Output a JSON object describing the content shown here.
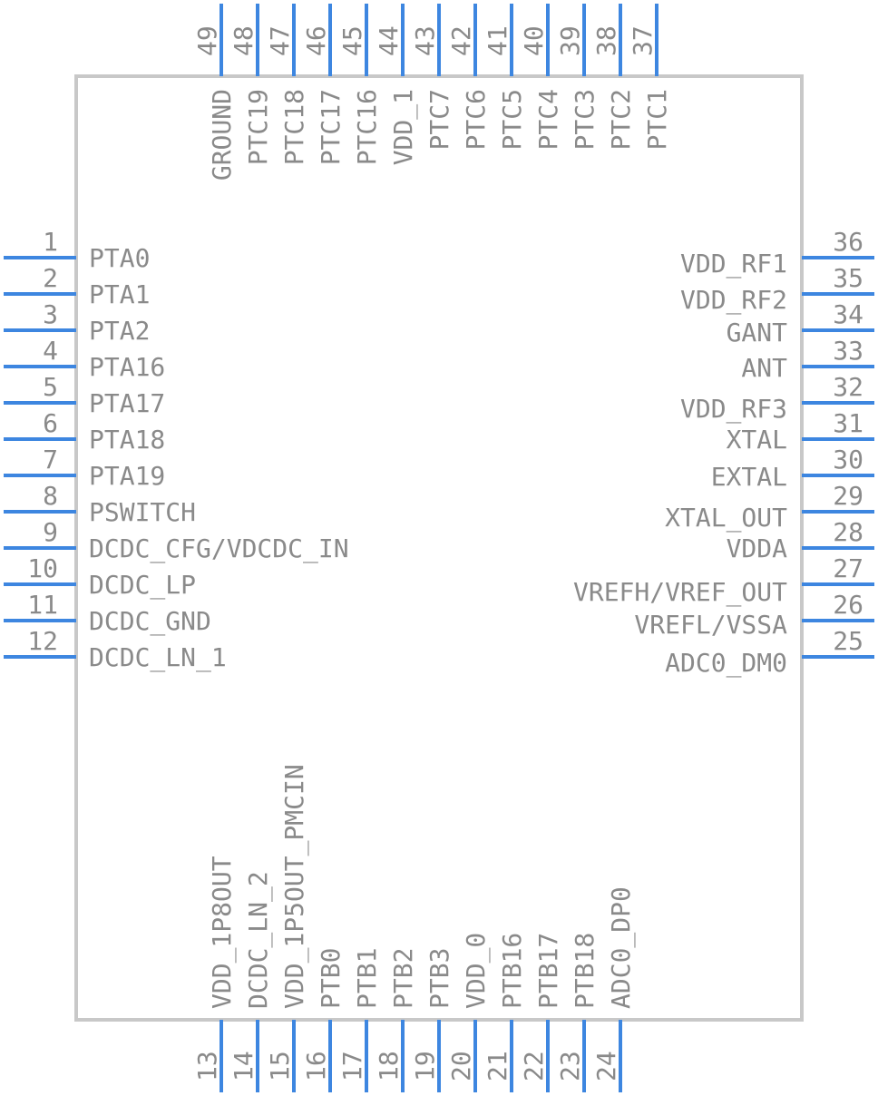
{
  "colors": {
    "pin": "#3d86e0",
    "body": "#c8c8c8",
    "text": "#8a8a8a"
  },
  "pins": {
    "left": [
      {
        "num": "1",
        "name": "PTA0"
      },
      {
        "num": "2",
        "name": "PTA1"
      },
      {
        "num": "3",
        "name": "PTA2"
      },
      {
        "num": "4",
        "name": "PTA16"
      },
      {
        "num": "5",
        "name": "PTA17"
      },
      {
        "num": "6",
        "name": "PTA18"
      },
      {
        "num": "7",
        "name": "PTA19"
      },
      {
        "num": "8",
        "name": "PSWITCH"
      },
      {
        "num": "9",
        "name": "DCDC_CFG/VDCDC_IN"
      },
      {
        "num": "10",
        "name": "DCDC_LP"
      },
      {
        "num": "11",
        "name": "DCDC_GND"
      },
      {
        "num": "12",
        "name": "DCDC_LN_1"
      }
    ],
    "bottom": [
      {
        "num": "13",
        "name": "VDD_1P8OUT"
      },
      {
        "num": "14",
        "name": "DCDC_LN_2"
      },
      {
        "num": "15",
        "name": "VDD_1P5OUT_PMCIN"
      },
      {
        "num": "16",
        "name": "PTB0"
      },
      {
        "num": "17",
        "name": "PTB1"
      },
      {
        "num": "18",
        "name": "PTB2"
      },
      {
        "num": "19",
        "name": "PTB3"
      },
      {
        "num": "20",
        "name": "VDD_0"
      },
      {
        "num": "21",
        "name": "PTB16"
      },
      {
        "num": "22",
        "name": "PTB17"
      },
      {
        "num": "23",
        "name": "PTB18"
      },
      {
        "num": "24",
        "name": "ADC0_DP0"
      }
    ],
    "right": [
      {
        "num": "25",
        "name": "ADC0_DM0"
      },
      {
        "num": "26",
        "name": "VREFL/VSSA"
      },
      {
        "num": "27",
        "name": "VREFH/VREF_OUT"
      },
      {
        "num": "28",
        "name": "VDDA"
      },
      {
        "num": "29",
        "name": "XTAL_OUT"
      },
      {
        "num": "30",
        "name": "EXTAL"
      },
      {
        "num": "31",
        "name": "XTAL"
      },
      {
        "num": "32",
        "name": "VDD_RF3"
      },
      {
        "num": "33",
        "name": "ANT"
      },
      {
        "num": "34",
        "name": "GANT"
      },
      {
        "num": "35",
        "name": "VDD_RF2"
      },
      {
        "num": "36",
        "name": "VDD_RF1"
      }
    ],
    "top": [
      {
        "num": "37",
        "name": "PTC1"
      },
      {
        "num": "38",
        "name": "PTC2"
      },
      {
        "num": "39",
        "name": "PTC3"
      },
      {
        "num": "40",
        "name": "PTC4"
      },
      {
        "num": "41",
        "name": "PTC5"
      },
      {
        "num": "42",
        "name": "PTC6"
      },
      {
        "num": "43",
        "name": "PTC7"
      },
      {
        "num": "44",
        "name": "VDD_1"
      },
      {
        "num": "45",
        "name": "PTC16"
      },
      {
        "num": "46",
        "name": "PTC17"
      },
      {
        "num": "47",
        "name": "PTC18"
      },
      {
        "num": "48",
        "name": "PTC19"
      },
      {
        "num": "49",
        "name": "GROUND"
      }
    ]
  }
}
